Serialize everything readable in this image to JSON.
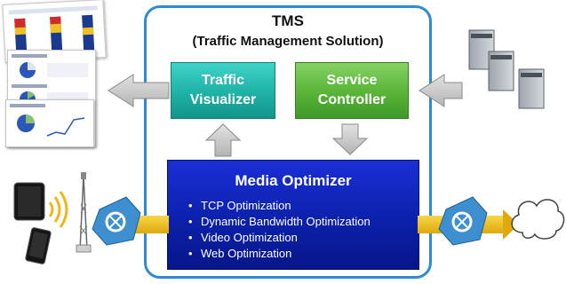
{
  "tms": {
    "title": "TMS",
    "subtitle": "(Traffic Management Solution)"
  },
  "modules": {
    "traffic_visualizer": {
      "line1": "Traffic",
      "line2": "Visualizer",
      "color": "#1fb1a6"
    },
    "service_controller": {
      "line1": "Service",
      "line2": "Controller",
      "color": "#58b437"
    },
    "media_optimizer": {
      "title": "Media Optimizer",
      "color": "#0b1fa8",
      "items": [
        "TCP Optimization",
        "Dynamic Bandwidth Optimization",
        "Video Optimization",
        "Web Optimization"
      ]
    }
  },
  "icons": [
    "report-screens-icon",
    "server-rack-icon",
    "tablet-icon",
    "smartphone-icon",
    "wireless-signal-icon",
    "cell-tower-icon",
    "router-icon",
    "cloud-icon"
  ],
  "colors": {
    "frame": "#2d8ad6",
    "arrow_gray": "#c8c8c8",
    "pipe_yellow": "#f2c21a",
    "router_blue": "#3d8fcf"
  }
}
